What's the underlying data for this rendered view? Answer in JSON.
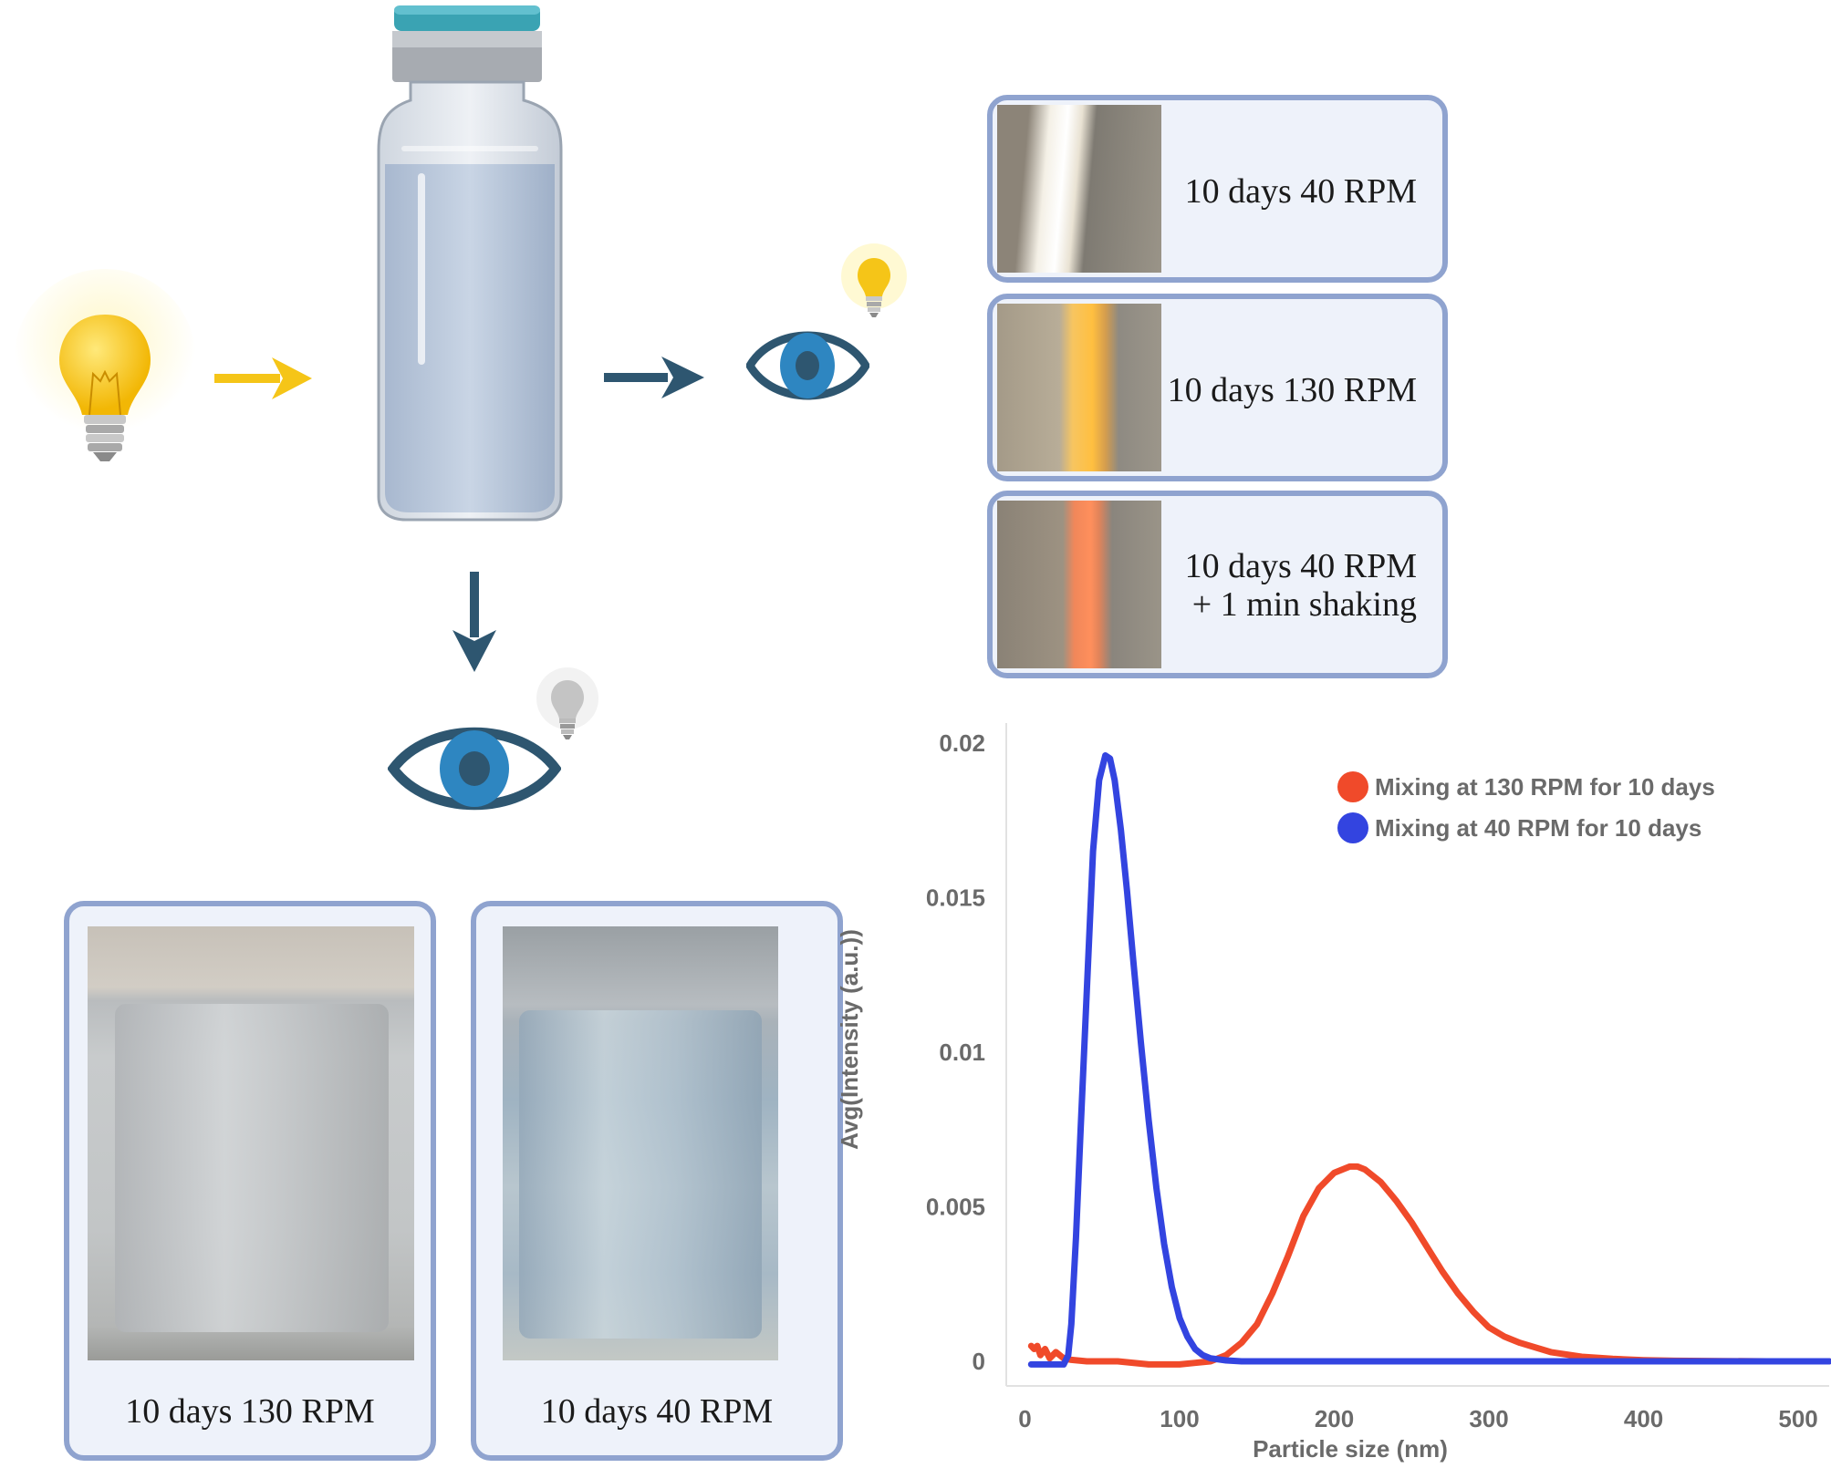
{
  "top_panels": [
    {
      "label": "10 days 40 RPM",
      "glow": "white"
    },
    {
      "label": "10 days 130 RPM",
      "glow": "yellow"
    },
    {
      "label_line1": "10 days 40 RPM",
      "label_line2": "+ 1 min shaking",
      "glow": "orange"
    }
  ],
  "bottom_panels": [
    {
      "label": "10 days 130 RPM",
      "appearance": "turbid"
    },
    {
      "label": "10 days 40 RPM",
      "appearance": "clear"
    }
  ],
  "colors": {
    "arrow_yellow": "#f5c518",
    "arrow_dark": "#2e5670",
    "eye_blue": "#2e86c1",
    "panel_border": "#8fa3cf",
    "series_red": "#f04a2a",
    "series_blue": "#3344e0"
  },
  "icons": {
    "bulb_on": "lightbulb-on-icon",
    "bulb_off": "lightbulb-off-icon",
    "eye": "eye-icon",
    "vial": "vial-icon"
  },
  "chart_data": {
    "type": "line",
    "xlabel": "Particle size (nm)",
    "ylabel": "Avg(Intensity (a.u.))",
    "xlim": [
      -5,
      520
    ],
    "ylim": [
      -0.0005,
      0.0205
    ],
    "xticks": [
      0,
      100,
      200,
      300,
      400,
      500
    ],
    "xtick_labels": [
      "0",
      "100",
      "200",
      "300",
      "400",
      "500"
    ],
    "yticks": [
      0,
      0.005,
      0.01,
      0.015,
      0.02
    ],
    "ytick_labels": [
      "0",
      "0.005",
      "0.01",
      "0.015",
      "0.02"
    ],
    "grid": false,
    "legend_position": "top-right",
    "series": [
      {
        "name": "Mixing at 130 RPM for 10 days",
        "color": "#f04a2a",
        "x": [
          4,
          6,
          8,
          10,
          13,
          16,
          20,
          25,
          30,
          40,
          60,
          80,
          100,
          110,
          120,
          130,
          140,
          150,
          160,
          170,
          180,
          190,
          200,
          210,
          215,
          220,
          230,
          240,
          250,
          260,
          270,
          280,
          290,
          300,
          310,
          320,
          340,
          360,
          380,
          400,
          420,
          450,
          480,
          520
        ],
        "y": [
          0.0005,
          0.0004,
          0.0005,
          0.0002,
          0.0004,
          0.0001,
          0.0003,
          0.0001,
          5e-05,
          0.0,
          0.0,
          -0.0001,
          -0.0001,
          -5e-05,
          0.0,
          0.0002,
          0.0006,
          0.0012,
          0.0022,
          0.0034,
          0.0047,
          0.0056,
          0.0061,
          0.0063,
          0.0063,
          0.0062,
          0.0058,
          0.0052,
          0.0045,
          0.0037,
          0.0029,
          0.0022,
          0.0016,
          0.0011,
          0.0008,
          0.0006,
          0.0003,
          0.00015,
          8e-05,
          4e-05,
          2e-05,
          1e-05,
          0.0,
          0.0
        ]
      },
      {
        "name": "Mixing at 40 RPM for 10 days",
        "color": "#3344e0",
        "x": [
          4,
          10,
          20,
          25,
          28,
          30,
          33,
          36,
          40,
          44,
          48,
          52,
          55,
          58,
          62,
          66,
          70,
          75,
          80,
          85,
          90,
          95,
          100,
          105,
          110,
          115,
          120,
          130,
          140,
          160,
          200,
          300,
          400,
          520
        ],
        "y": [
          -0.0001,
          -0.0001,
          -0.0001,
          -0.0001,
          0.0002,
          0.0012,
          0.004,
          0.0075,
          0.012,
          0.0165,
          0.0188,
          0.0196,
          0.0195,
          0.0188,
          0.0172,
          0.0152,
          0.013,
          0.0103,
          0.0078,
          0.0056,
          0.0038,
          0.0024,
          0.0014,
          0.0008,
          0.0004,
          0.0002,
          0.0001,
          3e-05,
          0.0,
          0.0,
          0.0,
          0.0,
          0.0,
          0.0
        ]
      }
    ]
  }
}
